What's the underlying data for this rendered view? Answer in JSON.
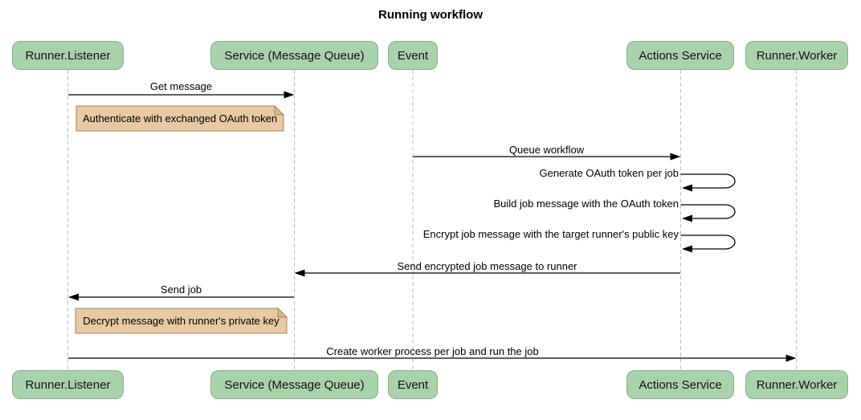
{
  "title": "Running workflow",
  "participants": [
    {
      "label": "Runner.Listener"
    },
    {
      "label": "Service (Message Queue)"
    },
    {
      "label": "Event"
    },
    {
      "label": "Actions Service"
    },
    {
      "label": "Runner.Worker"
    }
  ],
  "messages": [
    {
      "label": "Get message",
      "from": "Runner.Listener",
      "to": "Service (Message Queue)",
      "type": "arrow"
    },
    {
      "label": "Queue workflow",
      "from": "Event",
      "to": "Actions Service",
      "type": "arrow"
    },
    {
      "label": "Generate OAuth token per job",
      "from": "Actions Service",
      "to": "Actions Service",
      "type": "self"
    },
    {
      "label": "Build job message with the OAuth token",
      "from": "Actions Service",
      "to": "Actions Service",
      "type": "self"
    },
    {
      "label": "Encrypt job message with the target runner's public key",
      "from": "Actions Service",
      "to": "Actions Service",
      "type": "self"
    },
    {
      "label": "Send encrypted job message to runner",
      "from": "Actions Service",
      "to": "Service (Message Queue)",
      "type": "arrow"
    },
    {
      "label": "Send job",
      "from": "Service (Message Queue)",
      "to": "Runner.Listener",
      "type": "arrow"
    },
    {
      "label": "Create worker process per job and run the job",
      "from": "Runner.Listener",
      "to": "Runner.Worker",
      "type": "arrow"
    }
  ],
  "notes": [
    {
      "label": "Authenticate with exchanged OAuth token"
    },
    {
      "label": "Decrypt message with runner's private key"
    }
  ],
  "colors": {
    "participant_fill": "#a8d3aa",
    "note_fill": "#e9c9a3",
    "note_fold": "#dcb687",
    "note_border": "#aa8555",
    "arrow": "#000000",
    "lifeline": "#bdbdbd"
  }
}
